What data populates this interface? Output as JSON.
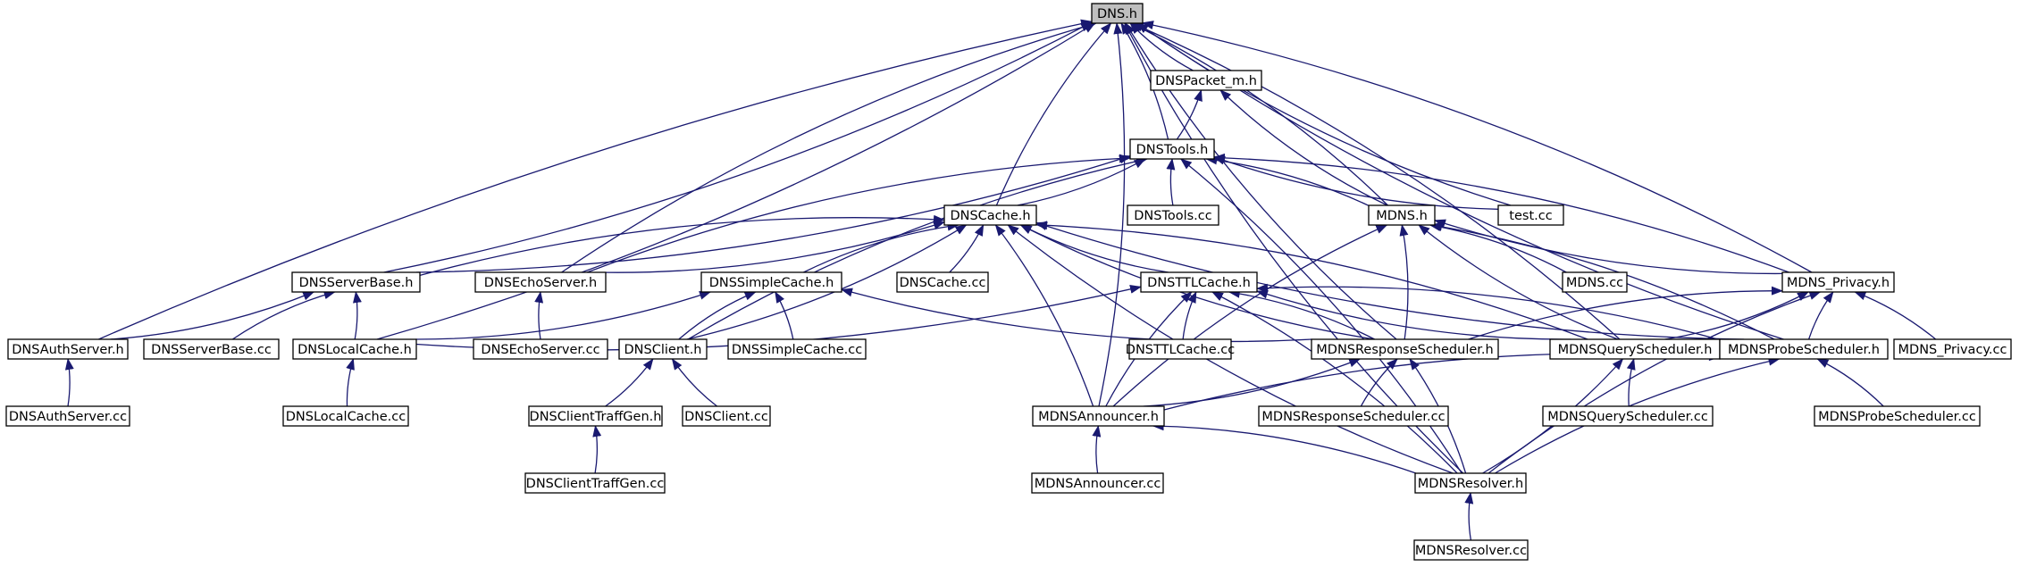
{
  "diagram": {
    "type": "include-dependency-graph",
    "root": "DNS.h",
    "edge_color": "#191970",
    "root_fill": "#bfbfbf",
    "nodes": [
      {
        "id": "dns_h",
        "label": "DNS.h"
      },
      {
        "id": "dnspacket_m_h",
        "label": "DNSPacket_m.h"
      },
      {
        "id": "dnstools_h",
        "label": "DNSTools.h"
      },
      {
        "id": "dnscache_h",
        "label": "DNSCache.h"
      },
      {
        "id": "dnstools_cc",
        "label": "DNSTools.cc"
      },
      {
        "id": "mdns_h",
        "label": "MDNS.h"
      },
      {
        "id": "test_cc",
        "label": "test.cc"
      },
      {
        "id": "dnsserverbase_h",
        "label": "DNSServerBase.h"
      },
      {
        "id": "dnsechoserver_h",
        "label": "DNSEchoServer.h"
      },
      {
        "id": "dnssimplecache_h",
        "label": "DNSSimpleCache.h"
      },
      {
        "id": "dnscache_cc",
        "label": "DNSCache.cc"
      },
      {
        "id": "dnsttlcache_h",
        "label": "DNSTTLCache.h"
      },
      {
        "id": "mdns_cc",
        "label": "MDNS.cc"
      },
      {
        "id": "mdns_privacy_h",
        "label": "MDNS_Privacy.h"
      },
      {
        "id": "dnsauthserver_h",
        "label": "DNSAuthServer.h"
      },
      {
        "id": "dnsserverbase_cc",
        "label": "DNSServerBase.cc"
      },
      {
        "id": "dnslocalcache_h",
        "label": "DNSLocalCache.h"
      },
      {
        "id": "dnsechoserver_cc",
        "label": "DNSEchoServer.cc"
      },
      {
        "id": "dnsclient_h",
        "label": "DNSClient.h"
      },
      {
        "id": "dnssimplecache_cc",
        "label": "DNSSimpleCache.cc"
      },
      {
        "id": "dnsttlcache_cc",
        "label": "DNSTTLCache.cc"
      },
      {
        "id": "mdnsresponsescheduler_h",
        "label": "MDNSResponseScheduler.h"
      },
      {
        "id": "mdnsqueryscheduler_h",
        "label": "MDNSQueryScheduler.h"
      },
      {
        "id": "mdnsprobescheduler_h",
        "label": "MDNSProbeScheduler.h"
      },
      {
        "id": "mdns_privacy_cc",
        "label": "MDNS_Privacy.cc"
      },
      {
        "id": "dnsauthserver_cc",
        "label": "DNSAuthServer.cc"
      },
      {
        "id": "dnslocalcache_cc",
        "label": "DNSLocalCache.cc"
      },
      {
        "id": "dnsclienttraffgen_h",
        "label": "DNSClientTraffGen.h"
      },
      {
        "id": "dnsclient_cc",
        "label": "DNSClient.cc"
      },
      {
        "id": "mdnsannouncer_h",
        "label": "MDNSAnnouncer.h"
      },
      {
        "id": "mdnsresponsescheduler_cc",
        "label": "MDNSResponseScheduler.cc"
      },
      {
        "id": "mdnsqueryscheduler_cc",
        "label": "MDNSQueryScheduler.cc"
      },
      {
        "id": "mdnsprobescheduler_cc",
        "label": "MDNSProbeScheduler.cc"
      },
      {
        "id": "dnsclienttraffgen_cc",
        "label": "DNSClientTraffGen.cc"
      },
      {
        "id": "mdnsannouncer_cc",
        "label": "MDNSAnnouncer.cc"
      },
      {
        "id": "mdnsresolver_h",
        "label": "MDNSResolver.h"
      },
      {
        "id": "mdnsresolver_cc",
        "label": "MDNSResolver.cc"
      }
    ],
    "edges": [
      [
        "dnspacket_m_h",
        "dns_h"
      ],
      [
        "dnstools_h",
        "dns_h"
      ],
      [
        "dnscache_h",
        "dns_h"
      ],
      [
        "mdns_h",
        "dns_h"
      ],
      [
        "test_cc",
        "dns_h"
      ],
      [
        "dnsserverbase_h",
        "dns_h"
      ],
      [
        "dnsechoserver_h",
        "dns_h"
      ],
      [
        "mdns_privacy_h",
        "dns_h"
      ],
      [
        "dnsauthserver_h",
        "dns_h"
      ],
      [
        "dnslocalcache_h",
        "dns_h"
      ],
      [
        "mdnsresponsescheduler_h",
        "dns_h"
      ],
      [
        "mdnsqueryscheduler_h",
        "dns_h"
      ],
      [
        "mdnsprobescheduler_h",
        "dns_h"
      ],
      [
        "mdnsannouncer_h",
        "dns_h"
      ],
      [
        "mdnsresolver_h",
        "dns_h"
      ],
      [
        "dnstools_h",
        "dnspacket_m_h"
      ],
      [
        "mdns_h",
        "dnspacket_m_h"
      ],
      [
        "dnscache_h",
        "dnstools_h"
      ],
      [
        "dnstools_cc",
        "dnstools_h"
      ],
      [
        "mdns_h",
        "dnstools_h"
      ],
      [
        "test_cc",
        "dnstools_h"
      ],
      [
        "dnsserverbase_h",
        "dnstools_h"
      ],
      [
        "dnsechoserver_h",
        "dnstools_h"
      ],
      [
        "mdns_privacy_h",
        "dnstools_h"
      ],
      [
        "dnsclient_h",
        "dnstools_h"
      ],
      [
        "mdnsresolver_h",
        "dnstools_h"
      ],
      [
        "dnsserverbase_h",
        "dnscache_h"
      ],
      [
        "dnsechoserver_h",
        "dnscache_h"
      ],
      [
        "dnssimplecache_h",
        "dnscache_h"
      ],
      [
        "dnscache_cc",
        "dnscache_h"
      ],
      [
        "dnsttlcache_h",
        "dnscache_h"
      ],
      [
        "dnsclient_h",
        "dnscache_h"
      ],
      [
        "mdnsresponsescheduler_h",
        "dnscache_h"
      ],
      [
        "mdnsqueryscheduler_h",
        "dnscache_h"
      ],
      [
        "mdnsprobescheduler_h",
        "dnscache_h"
      ],
      [
        "mdnsannouncer_h",
        "dnscache_h"
      ],
      [
        "mdnsresolver_h",
        "dnscache_h"
      ],
      [
        "mdns_cc",
        "mdns_h"
      ],
      [
        "mdns_privacy_h",
        "mdns_h"
      ],
      [
        "mdnsresponsescheduler_h",
        "mdns_h"
      ],
      [
        "mdnsqueryscheduler_h",
        "mdns_h"
      ],
      [
        "mdnsprobescheduler_h",
        "mdns_h"
      ],
      [
        "mdnsannouncer_h",
        "mdns_h"
      ],
      [
        "dnsauthserver_h",
        "dnsserverbase_h"
      ],
      [
        "dnsserverbase_cc",
        "dnsserverbase_h"
      ],
      [
        "dnslocalcache_h",
        "dnsserverbase_h"
      ],
      [
        "dnsechoserver_cc",
        "dnsechoserver_h"
      ],
      [
        "dnslocalcache_h",
        "dnssimplecache_h"
      ],
      [
        "dnsclient_h",
        "dnssimplecache_h"
      ],
      [
        "dnssimplecache_cc",
        "dnssimplecache_h"
      ],
      [
        "mdnsresponsescheduler_h",
        "dnssimplecache_h"
      ],
      [
        "dnslocalcache_h",
        "dnsttlcache_h"
      ],
      [
        "dnsttlcache_cc",
        "dnsttlcache_h"
      ],
      [
        "mdnsresponsescheduler_h",
        "dnsttlcache_h"
      ],
      [
        "mdnsqueryscheduler_h",
        "dnsttlcache_h"
      ],
      [
        "mdnsprobescheduler_h",
        "dnsttlcache_h"
      ],
      [
        "mdnsannouncer_h",
        "dnsttlcache_h"
      ],
      [
        "mdnsresolver_h",
        "dnsttlcache_h"
      ],
      [
        "mdnsresponsescheduler_h",
        "mdns_privacy_h"
      ],
      [
        "mdnsqueryscheduler_h",
        "mdns_privacy_h"
      ],
      [
        "mdnsprobescheduler_h",
        "mdns_privacy_h"
      ],
      [
        "mdns_privacy_cc",
        "mdns_privacy_h"
      ],
      [
        "mdnsresolver_h",
        "mdns_privacy_h"
      ],
      [
        "dnsauthserver_cc",
        "dnsauthserver_h"
      ],
      [
        "dnslocalcache_cc",
        "dnslocalcache_h"
      ],
      [
        "dnsclienttraffgen_h",
        "dnsclient_h"
      ],
      [
        "dnsclient_cc",
        "dnsclient_h"
      ],
      [
        "mdnsannouncer_h",
        "mdnsresponsescheduler_h"
      ],
      [
        "mdnsresponsescheduler_cc",
        "mdnsresponsescheduler_h"
      ],
      [
        "mdnsresolver_h",
        "mdnsresponsescheduler_h"
      ],
      [
        "mdnsqueryscheduler_cc",
        "mdnsqueryscheduler_h"
      ],
      [
        "mdnsresolver_h",
        "mdnsqueryscheduler_h"
      ],
      [
        "mdnsannouncer_h",
        "mdnsprobescheduler_h"
      ],
      [
        "mdnsprobescheduler_cc",
        "mdnsprobescheduler_h"
      ],
      [
        "mdnsresolver_h",
        "mdnsprobescheduler_h"
      ],
      [
        "dnsclienttraffgen_cc",
        "dnsclienttraffgen_h"
      ],
      [
        "mdnsannouncer_cc",
        "mdnsannouncer_h"
      ],
      [
        "mdnsresolver_h",
        "mdnsannouncer_h"
      ],
      [
        "mdnsresolver_cc",
        "mdnsresolver_h"
      ]
    ]
  }
}
